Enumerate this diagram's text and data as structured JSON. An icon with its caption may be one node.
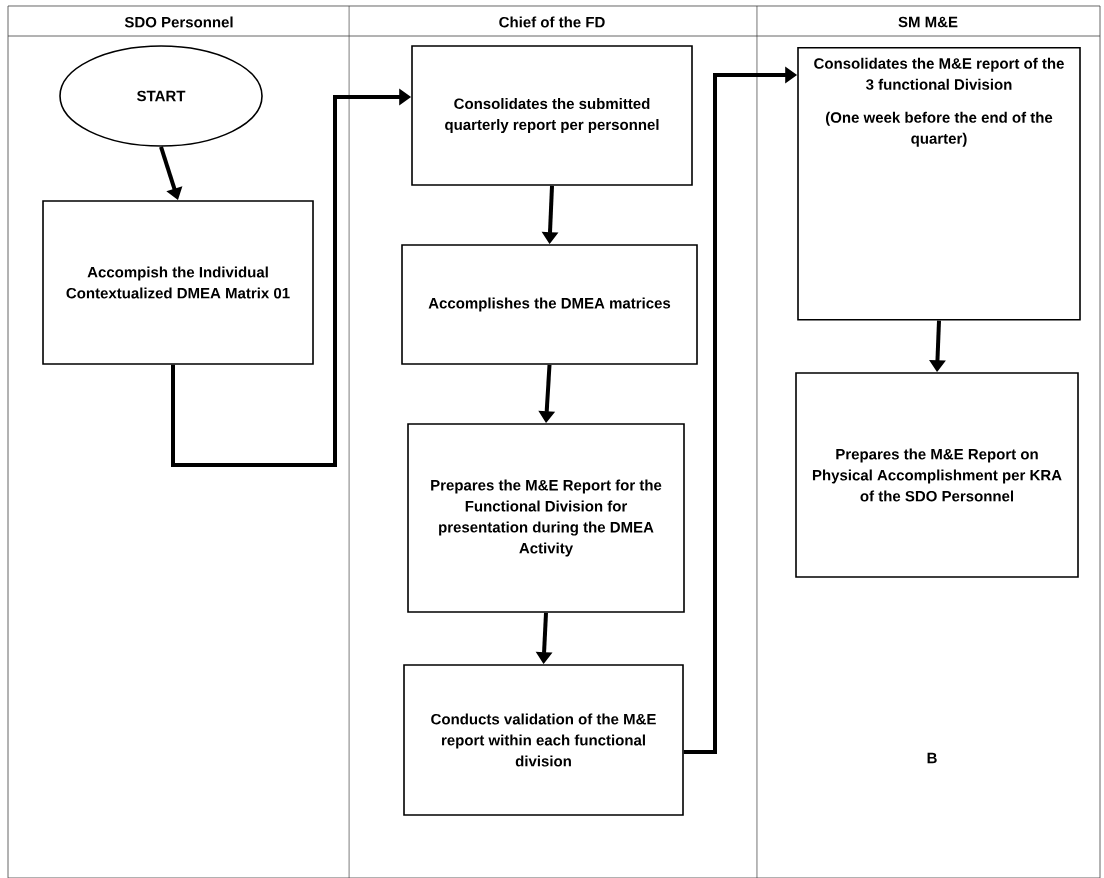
{
  "diagram": {
    "nodes": [
      {
        "text": [
          "START"
        ]
      },
      {
        "text": [
          "Accompish the Individual Contextualized DMEA Matrix 01"
        ]
      },
      {
        "text": [
          "Consolidates the submitted quarterly report per personnel"
        ]
      },
      {
        "text": [
          "Accomplishes the DMEA matrices"
        ]
      },
      {
        "text": [
          "Prepares the M&E Report for the Functional Division for presentation during the DMEA Activity"
        ]
      },
      {
        "text": [
          "Conducts validation of the M&E report within each functional division"
        ]
      },
      {
        "text": [
          "Consolidates the M&E report of the 3 functional Division",
          "(One week before the end of the quarter)"
        ]
      },
      {
        "text": [
          "Prepares the M&E Report on Physical Accomplishment per KRA of the SDO Personnel"
        ]
      }
    ],
    "edges": [
      {
        "from": 0,
        "to": 1,
        "arrow": "to"
      },
      {
        "from": 1,
        "to": 2,
        "arrow": "to"
      },
      {
        "from": 2,
        "to": 3,
        "arrow": "to"
      },
      {
        "from": 3,
        "to": 4,
        "arrow": "to"
      },
      {
        "from": 4,
        "to": 5,
        "arrow": "to"
      },
      {
        "from": 5,
        "to": 6,
        "arrow": "to"
      },
      {
        "from": 6,
        "to": 7,
        "arrow": "to"
      }
    ],
    "labels": [
      "SDO Personnel",
      "Chief of the FD",
      "SM M&E",
      "B"
    ]
  }
}
